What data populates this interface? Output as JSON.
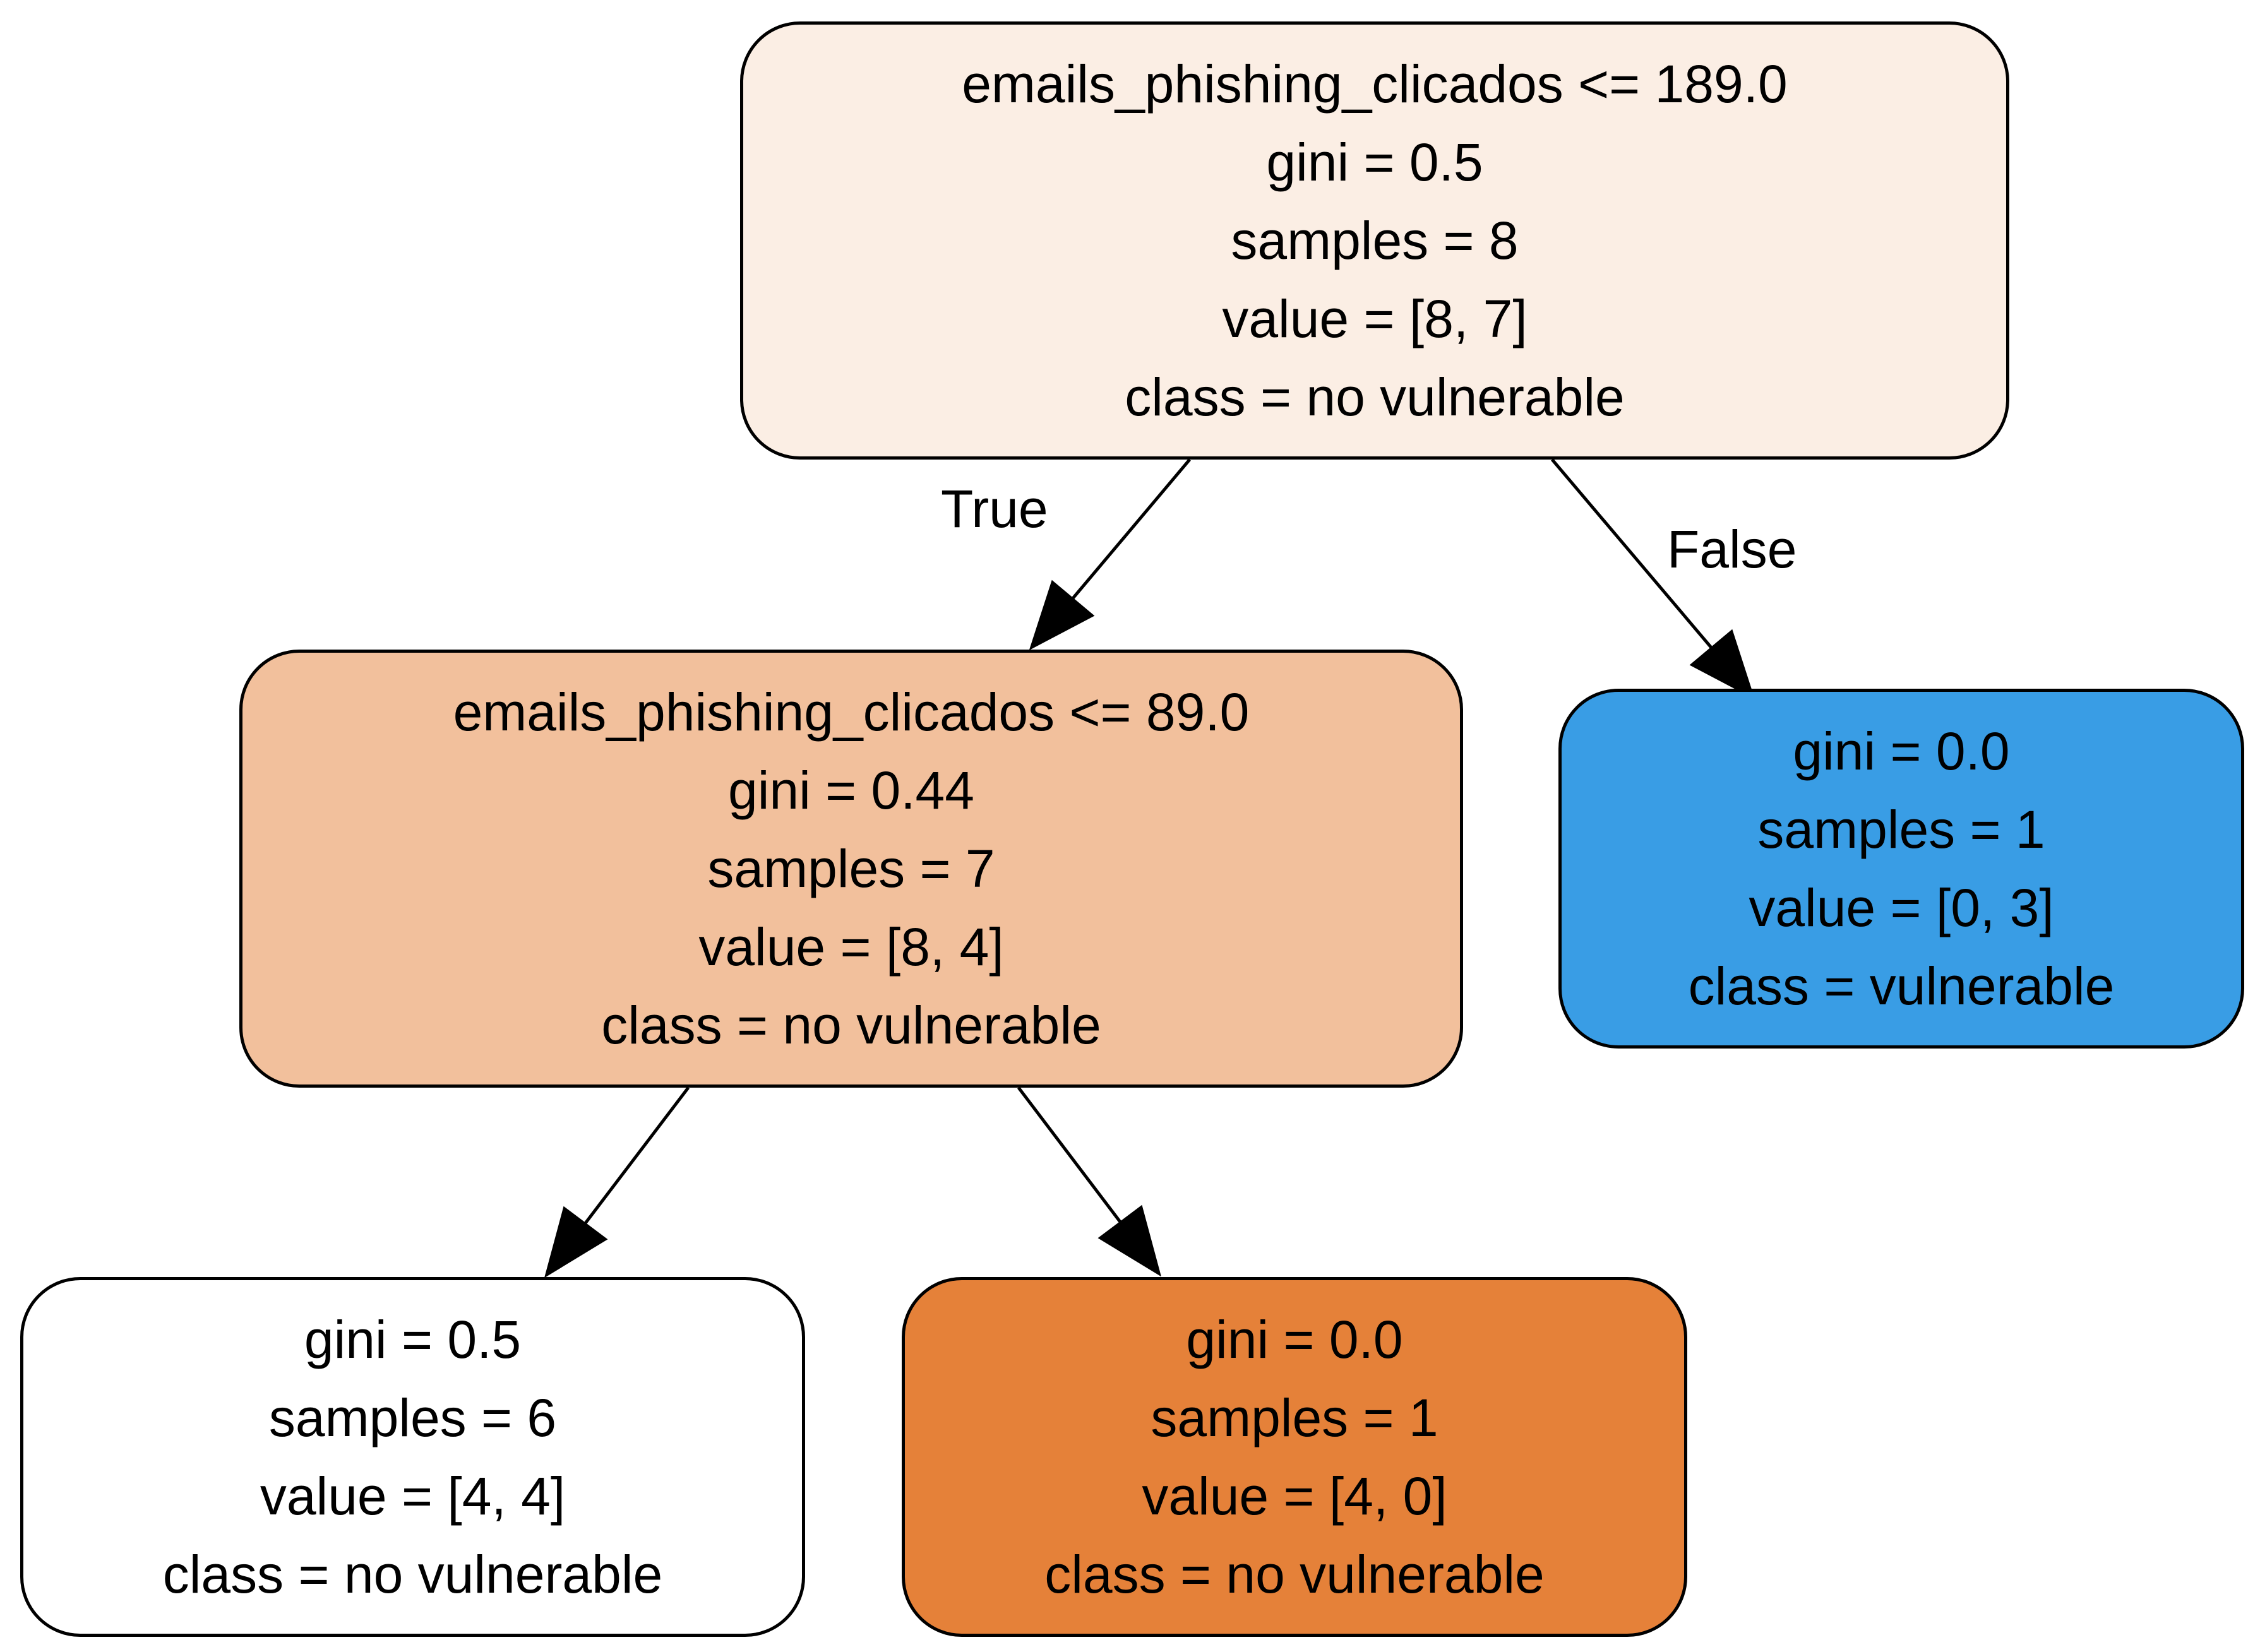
{
  "diagram": {
    "type": "decision-tree",
    "nodes": [
      {
        "id": "node-0",
        "lines": [
          "emails_phishing_clicados <= 189.0",
          "gini = 0.5",
          "samples = 8",
          "value = [8, 7]",
          "class = no vulnerable"
        ],
        "fill": "#fbeee4"
      },
      {
        "id": "node-1",
        "lines": [
          "emails_phishing_clicados <= 89.0",
          "gini = 0.44",
          "samples = 7",
          "value = [8, 4]",
          "class = no vulnerable"
        ],
        "fill": "#f2c09c"
      },
      {
        "id": "node-2",
        "lines": [
          "gini = 0.0",
          "samples = 1",
          "value = [0, 3]",
          "class = vulnerable"
        ],
        "fill": "#399de5"
      },
      {
        "id": "node-3",
        "lines": [
          "gini = 0.5",
          "samples = 6",
          "value = [4, 4]",
          "class = no vulnerable"
        ],
        "fill": "#ffffff"
      },
      {
        "id": "node-4",
        "lines": [
          "gini = 0.0",
          "samples = 1",
          "value = [4, 0]",
          "class = no vulnerable"
        ],
        "fill": "#e58139"
      }
    ],
    "edges": [
      {
        "from": "node-0",
        "to": "node-1",
        "label": "True"
      },
      {
        "from": "node-0",
        "to": "node-2",
        "label": "False"
      },
      {
        "from": "node-1",
        "to": "node-3",
        "label": ""
      },
      {
        "from": "node-1",
        "to": "node-4",
        "label": ""
      }
    ]
  }
}
